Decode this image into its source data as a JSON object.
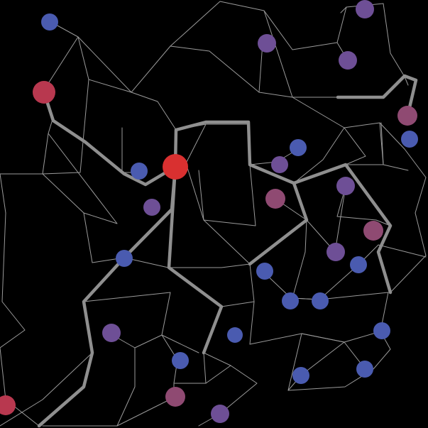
{
  "colors": {
    "background": "#000000",
    "thin_edge": "#9a9a9a",
    "thick_edge": "#8f8f8f",
    "blue": "#4a5bb0",
    "purple": "#6e4f96",
    "mauve": "#8f4a72",
    "red": "#b8384f",
    "bright_red": "#d93030"
  },
  "node_colors_legend": [
    "blue",
    "purple",
    "mauve",
    "red",
    "bright_red"
  ],
  "icons": {
    "node": "filled-circle-icon"
  }
}
